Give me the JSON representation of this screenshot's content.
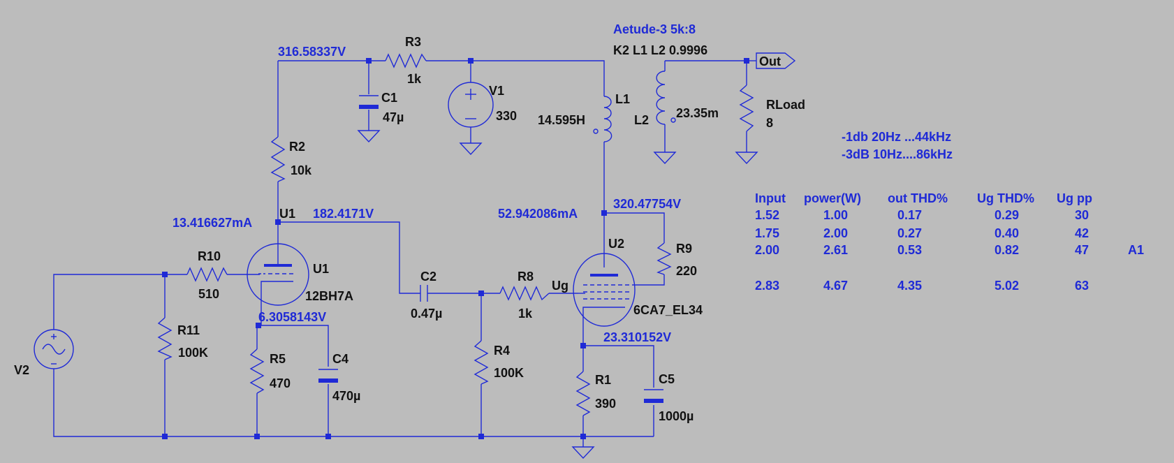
{
  "labels": {
    "r3": "R3",
    "r3v": "1k",
    "c1": "C1",
    "c1v": "47µ",
    "v1": "V1",
    "v1v": "330",
    "r2": "R2",
    "r2v": "10k",
    "l1": "L1",
    "l1v": "14.595H",
    "l2": "L2",
    "l2v": "23.35m",
    "rload": "RLoad",
    "rloadv": "8",
    "transformer": "Aetude-3 5k:8",
    "coupling": "K2 L1 L2  0.9996",
    "out": "Out",
    "u1top": "U1",
    "u1": "U1",
    "u1v": "12BH7A",
    "r10": "R10",
    "r10v": "510",
    "r11": "R11",
    "r11v": "100K",
    "v2": "V2",
    "r5": "R5",
    "r5v": "470",
    "c4": "C4",
    "c4v": "470µ",
    "c2": "C2",
    "c2v": "0.47µ",
    "r8": "R8",
    "r8v": "1k",
    "ug": "Ug",
    "r4": "R4",
    "r4v": "100K",
    "u2": "U2",
    "u2v": "6CA7_EL34",
    "r9": "R9",
    "r9v": "220",
    "r1": "R1",
    "r1v": "390",
    "c5": "C5",
    "c5v": "1000µ"
  },
  "voltages": {
    "b_plus": "316.58337V",
    "u1_current": "13.416627mA",
    "u1_anode": "182.4171V",
    "u1_cathode": "6.3058143V",
    "u2_current": "52.942086mA",
    "u2_screen": "320.47754V",
    "u2_cathode": "23.310152V"
  },
  "response": {
    "line1": "-1db   20Hz ...44kHz",
    "line2": "-3dB   10Hz....86kHz"
  },
  "table": {
    "headers": [
      "Input",
      "power(W)",
      "out THD%",
      "Ug THD%",
      "Ug pp"
    ],
    "rows": [
      [
        "1.52",
        "1.00",
        "0.17",
        "0.29",
        "30",
        ""
      ],
      [
        "1.75",
        "2.00",
        "0.27",
        "0.40",
        "42",
        ""
      ],
      [
        "2.00",
        "2.61",
        "0.53",
        "0.82",
        "47",
        "A1"
      ],
      [
        "2.83",
        "4.67",
        "4.35",
        "5.02",
        "63",
        ""
      ]
    ]
  },
  "colors": {
    "wire": "#1f2ad6",
    "background": "#bcbcbc",
    "text": "#111111"
  }
}
